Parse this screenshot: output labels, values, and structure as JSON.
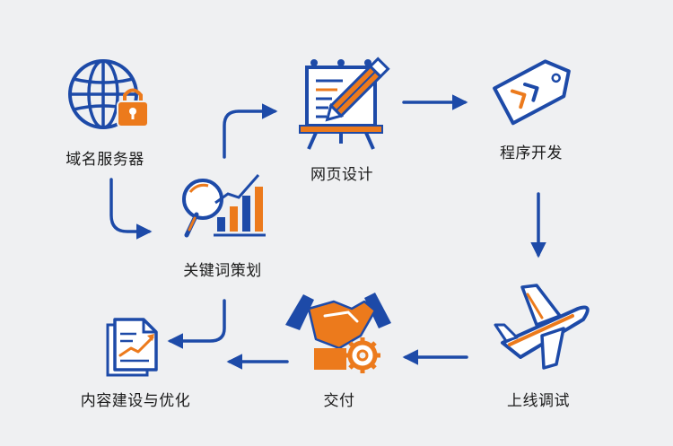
{
  "colors": {
    "blue": "#1d4aa8",
    "orange": "#ec7a1c",
    "background": "#eff0f2"
  },
  "nodes": [
    {
      "id": "domain",
      "label": "域名服务器",
      "icon": "globe-lock-icon"
    },
    {
      "id": "keyword",
      "label": "关键词策划",
      "icon": "magnifier-bar-chart-icon"
    },
    {
      "id": "design",
      "label": "网页设计",
      "icon": "easel-pencil-icon"
    },
    {
      "id": "dev",
      "label": "程序开发",
      "icon": "code-tag-icon"
    },
    {
      "id": "test",
      "label": "上线调试",
      "icon": "airplane-icon"
    },
    {
      "id": "deliver",
      "label": "交付",
      "icon": "handshake-gear-icon"
    },
    {
      "id": "content",
      "label": "内容建设与优化",
      "icon": "document-chart-icon"
    }
  ],
  "edges": [
    [
      "domain",
      "keyword"
    ],
    [
      "keyword",
      "design"
    ],
    [
      "design",
      "dev"
    ],
    [
      "dev",
      "test"
    ],
    [
      "test",
      "deliver"
    ],
    [
      "deliver",
      "content"
    ],
    [
      "keyword",
      "content"
    ]
  ]
}
